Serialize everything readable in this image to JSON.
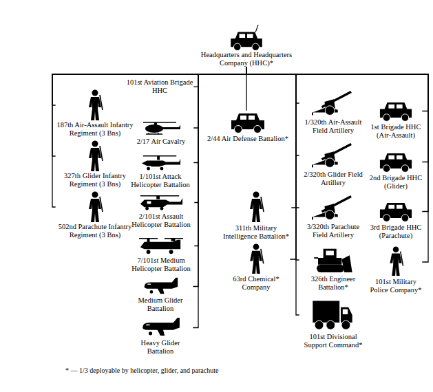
{
  "diagram": {
    "nodes": [
      {
        "text": [
          "Headquarters and Headquarters Company (HHC)*"
        ]
      },
      {
        "text": [
          "187th Air-Assault Infantry Regiment (3 Bns)"
        ]
      },
      {
        "text": [
          "327th Glider Infantry Regiment (3 Bns)"
        ]
      },
      {
        "text": [
          "502nd Parachute Infantry Regiment (3 Bns)"
        ]
      },
      {
        "text": [
          "101st Aviation Brigade HHC"
        ]
      },
      {
        "text": [
          "2/17 Air Cavalry"
        ]
      },
      {
        "text": [
          "1/101st Attack Helicopter Battalion"
        ]
      },
      {
        "text": [
          "2/101st Assault Helicopter Battalion"
        ]
      },
      {
        "text": [
          "7/101st Medium Helicopter Battalion"
        ]
      },
      {
        "text": [
          "Medium Glider Battalion"
        ]
      },
      {
        "text": [
          "Heavy Glider Battalion"
        ]
      },
      {
        "text": [
          "2/44 Air Defense Battalion*"
        ]
      },
      {
        "text": [
          "311th Military Intelligence Battalion*"
        ]
      },
      {
        "text": [
          "63rd Chemical* Company"
        ]
      },
      {
        "text": [
          "1/320th Air-Assault Field Artillery"
        ]
      },
      {
        "text": [
          "2/320th Glider Field Artillery"
        ]
      },
      {
        "text": [
          "3/320th Parachute Field Artillery"
        ]
      },
      {
        "text": [
          "326th Engineer Battalion*"
        ]
      },
      {
        "text": [
          "101st Divisional Support Command*"
        ]
      },
      {
        "text": [
          "1st Brigade HHC (Air-Assault)"
        ]
      },
      {
        "text": [
          "2nd Brigade HHC (Glider)"
        ]
      },
      {
        "text": [
          "3rd Brigade HHC (Parachute)"
        ]
      },
      {
        "text": [
          "101st Military Police Company*"
        ]
      }
    ],
    "edges": [
      {
        "from": 0,
        "to": 1,
        "arrow": "none"
      },
      {
        "from": 0,
        "to": 2,
        "arrow": "none"
      },
      {
        "from": 0,
        "to": 3,
        "arrow": "none"
      },
      {
        "from": 0,
        "to": 4,
        "arrow": "none"
      },
      {
        "from": 0,
        "to": 5,
        "arrow": "none"
      },
      {
        "from": 0,
        "to": 6,
        "arrow": "none"
      },
      {
        "from": 0,
        "to": 7,
        "arrow": "none"
      },
      {
        "from": 0,
        "to": 8,
        "arrow": "none"
      },
      {
        "from": 0,
        "to": 9,
        "arrow": "none"
      },
      {
        "from": 0,
        "to": 10,
        "arrow": "none"
      },
      {
        "from": 0,
        "to": 11,
        "arrow": "none"
      },
      {
        "from": 0,
        "to": 12,
        "arrow": "none"
      },
      {
        "from": 0,
        "to": 13,
        "arrow": "none"
      },
      {
        "from": 0,
        "to": 14,
        "arrow": "none"
      },
      {
        "from": 0,
        "to": 15,
        "arrow": "none"
      },
      {
        "from": 0,
        "to": 16,
        "arrow": "none"
      },
      {
        "from": 0,
        "to": 17,
        "arrow": "none"
      },
      {
        "from": 0,
        "to": 18,
        "arrow": "none"
      },
      {
        "from": 0,
        "to": 19,
        "arrow": "none"
      },
      {
        "from": 0,
        "to": 20,
        "arrow": "none"
      },
      {
        "from": 0,
        "to": 21,
        "arrow": "none"
      },
      {
        "from": 0,
        "to": 22,
        "arrow": "none"
      }
    ],
    "labels": [
      "* — 1/3 deployable by helicopter, glider, and parachute"
    ]
  }
}
